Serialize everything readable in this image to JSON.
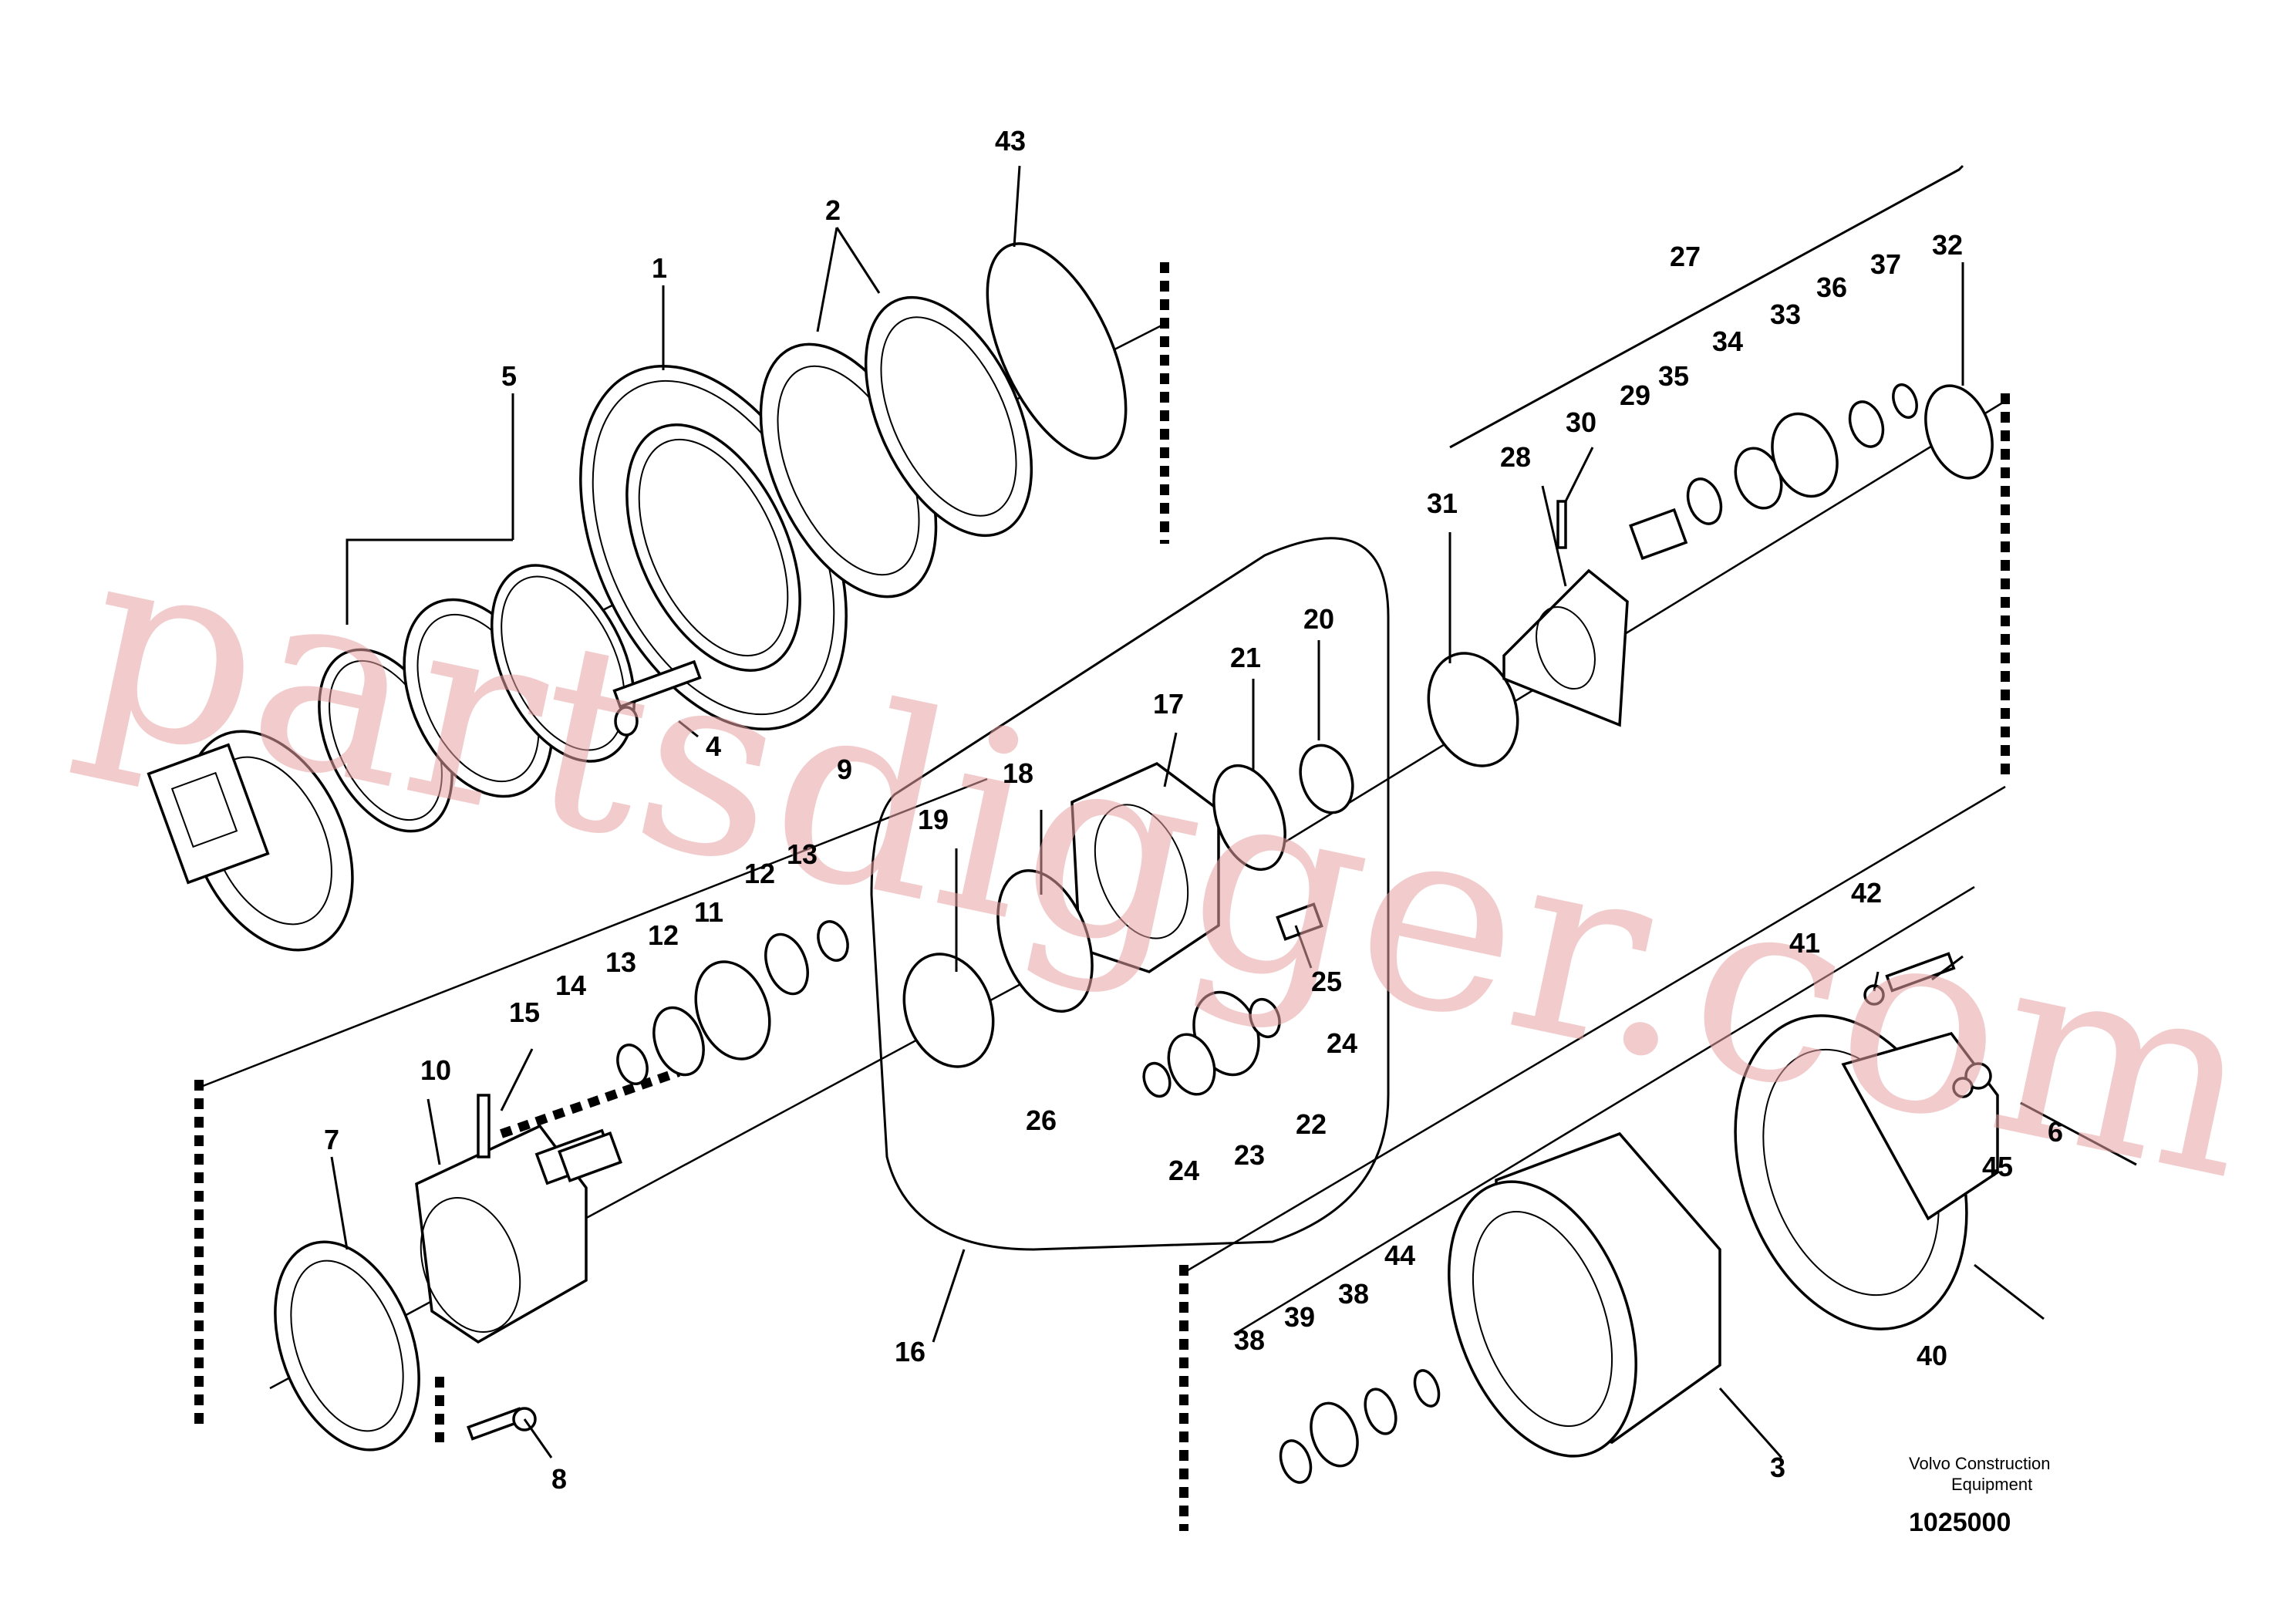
{
  "watermark": "partsdigger.com",
  "credit_line1": "Volvo Construction",
  "credit_line2": "Equipment",
  "document_number": "1025000",
  "callouts": [
    "1",
    "2",
    "3",
    "4",
    "5",
    "7",
    "8",
    "9",
    "10",
    "11",
    "12",
    "12",
    "13",
    "13",
    "14",
    "15",
    "16",
    "17",
    "18",
    "19",
    "20",
    "21",
    "22",
    "23",
    "24",
    "24",
    "25",
    "26",
    "27",
    "28",
    "29",
    "30",
    "31",
    "32",
    "33",
    "34",
    "35",
    "36",
    "37",
    "38",
    "38",
    "39",
    "40",
    "41",
    "42",
    "43",
    "44",
    "45",
    "6"
  ]
}
